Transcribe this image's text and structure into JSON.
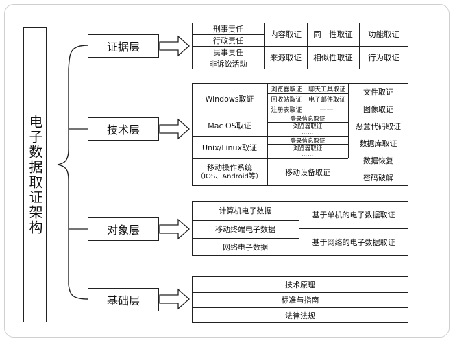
{
  "title": "电子数据取证架构",
  "layers": [
    {
      "label": "证据层"
    },
    {
      "label": "技术层"
    },
    {
      "label": "对象层"
    },
    {
      "label": "基础层"
    }
  ],
  "evidence": {
    "liability": [
      "刑事责任",
      "行政责任",
      "民事责任",
      "非诉讼活动"
    ],
    "grid": [
      "内容取证",
      "同一性取证",
      "功能取证",
      "来源取证",
      "相似性取证",
      "行为取证"
    ]
  },
  "technology": {
    "windows": {
      "label": "Windows取证",
      "items": [
        "浏览器取证",
        "聊天工具取证",
        "回收站取证",
        "电子邮件取证",
        "注册表取证",
        "……"
      ]
    },
    "macos": {
      "label": "Mac OS取证",
      "items": [
        "登录信息取证",
        "浏览器取证",
        "……"
      ]
    },
    "unix": {
      "label": "Unix/Linux取证",
      "items": [
        "登录信息取证",
        "浏览器取证",
        "……"
      ]
    },
    "mobile_os": {
      "line1": "移动操作系统",
      "line2": "（IOS、Android等）"
    },
    "mobile_device": "移动设备取证",
    "right": [
      "文件取证",
      "图像取证",
      "恶意代码取证",
      "数据库取证",
      "数据恢复",
      "密码破解"
    ]
  },
  "object": {
    "left": [
      "计算机电子数据",
      "移动终端电子数据",
      "网络电子数据"
    ],
    "right": [
      "基于单机的电子数据取证",
      "基于网络的电子数据取证"
    ]
  },
  "foundation": [
    "技术原理",
    "标准与指南",
    "法律法规"
  ]
}
